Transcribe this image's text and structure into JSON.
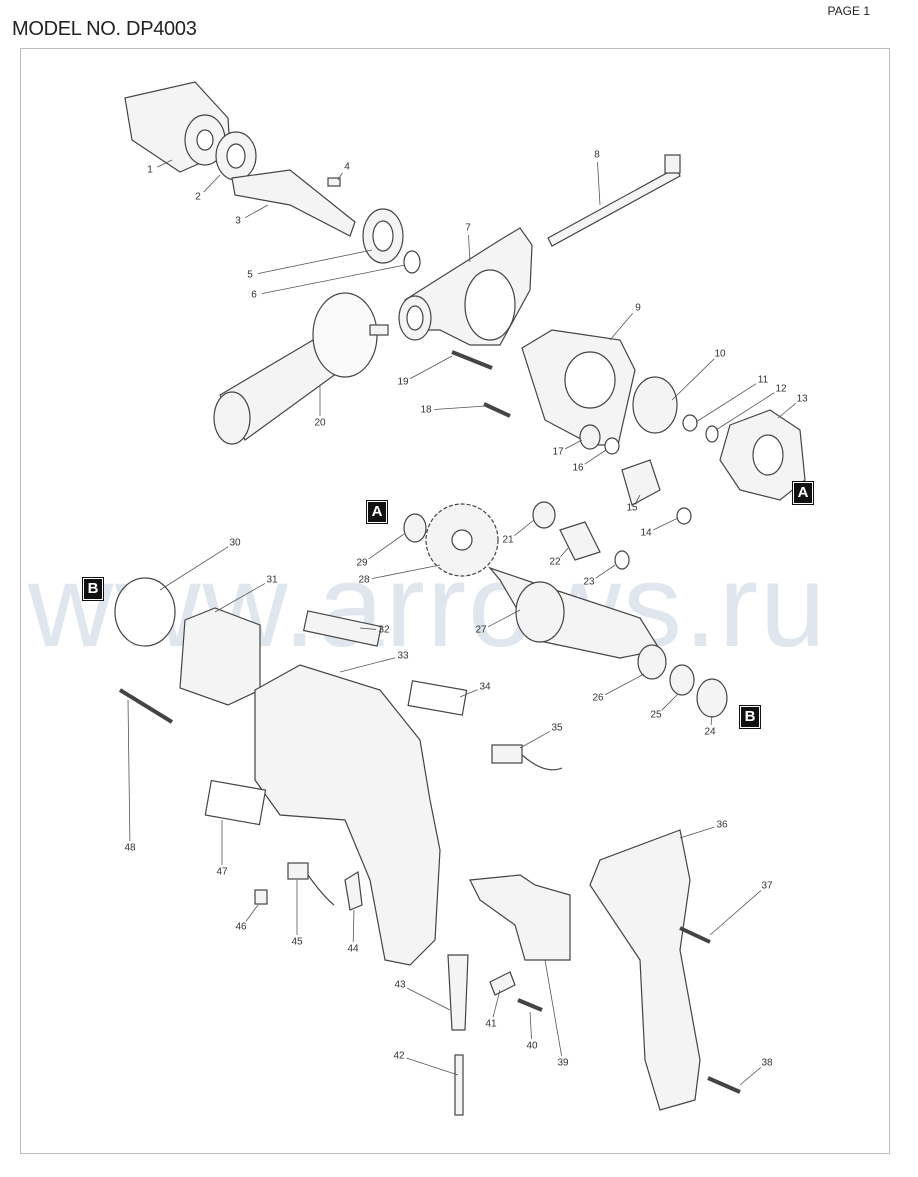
{
  "header": {
    "page": "PAGE 1",
    "model": "MODEL NO. DP4003"
  },
  "watermark": "www.arrows.ru",
  "callouts": {
    "a": "A",
    "b": "B"
  },
  "parts": [
    "1",
    "2",
    "3",
    "4",
    "5",
    "6",
    "7",
    "8",
    "9",
    "10",
    "11",
    "12",
    "13",
    "14",
    "15",
    "16",
    "17",
    "18",
    "19",
    "20",
    "21",
    "22",
    "23",
    "24",
    "25",
    "26",
    "27",
    "28",
    "29",
    "30",
    "31",
    "32",
    "33",
    "34",
    "35",
    "36",
    "37",
    "38",
    "39",
    "40",
    "41",
    "42",
    "43",
    "44",
    "45",
    "46",
    "47",
    "48"
  ]
}
